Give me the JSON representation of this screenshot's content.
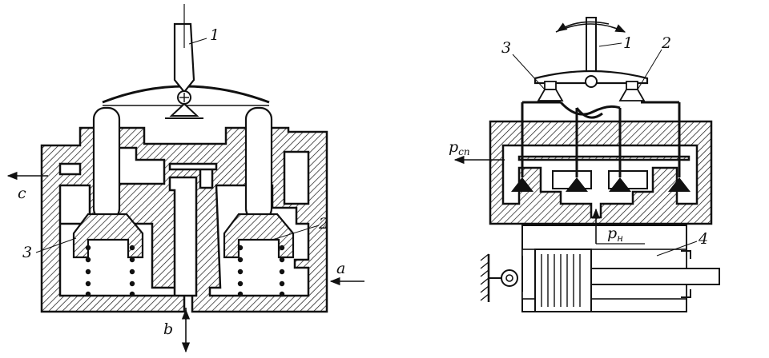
{
  "left_diagram": {
    "labels": {
      "lever": "1",
      "valve_right": "2",
      "valve_left": "3",
      "port_left": "c",
      "port_right": "a",
      "port_bottom": "b"
    }
  },
  "right_diagram": {
    "labels": {
      "lever": "1",
      "valve_right": "2",
      "valve_left": "3",
      "cylinder": "4",
      "exhaust_pressure": "p",
      "exhaust_pressure_sub": "сп",
      "supply_pressure": "p",
      "supply_pressure_sub": "н"
    }
  },
  "colors": {
    "ink": "#111111",
    "paper": "#ffffff"
  }
}
